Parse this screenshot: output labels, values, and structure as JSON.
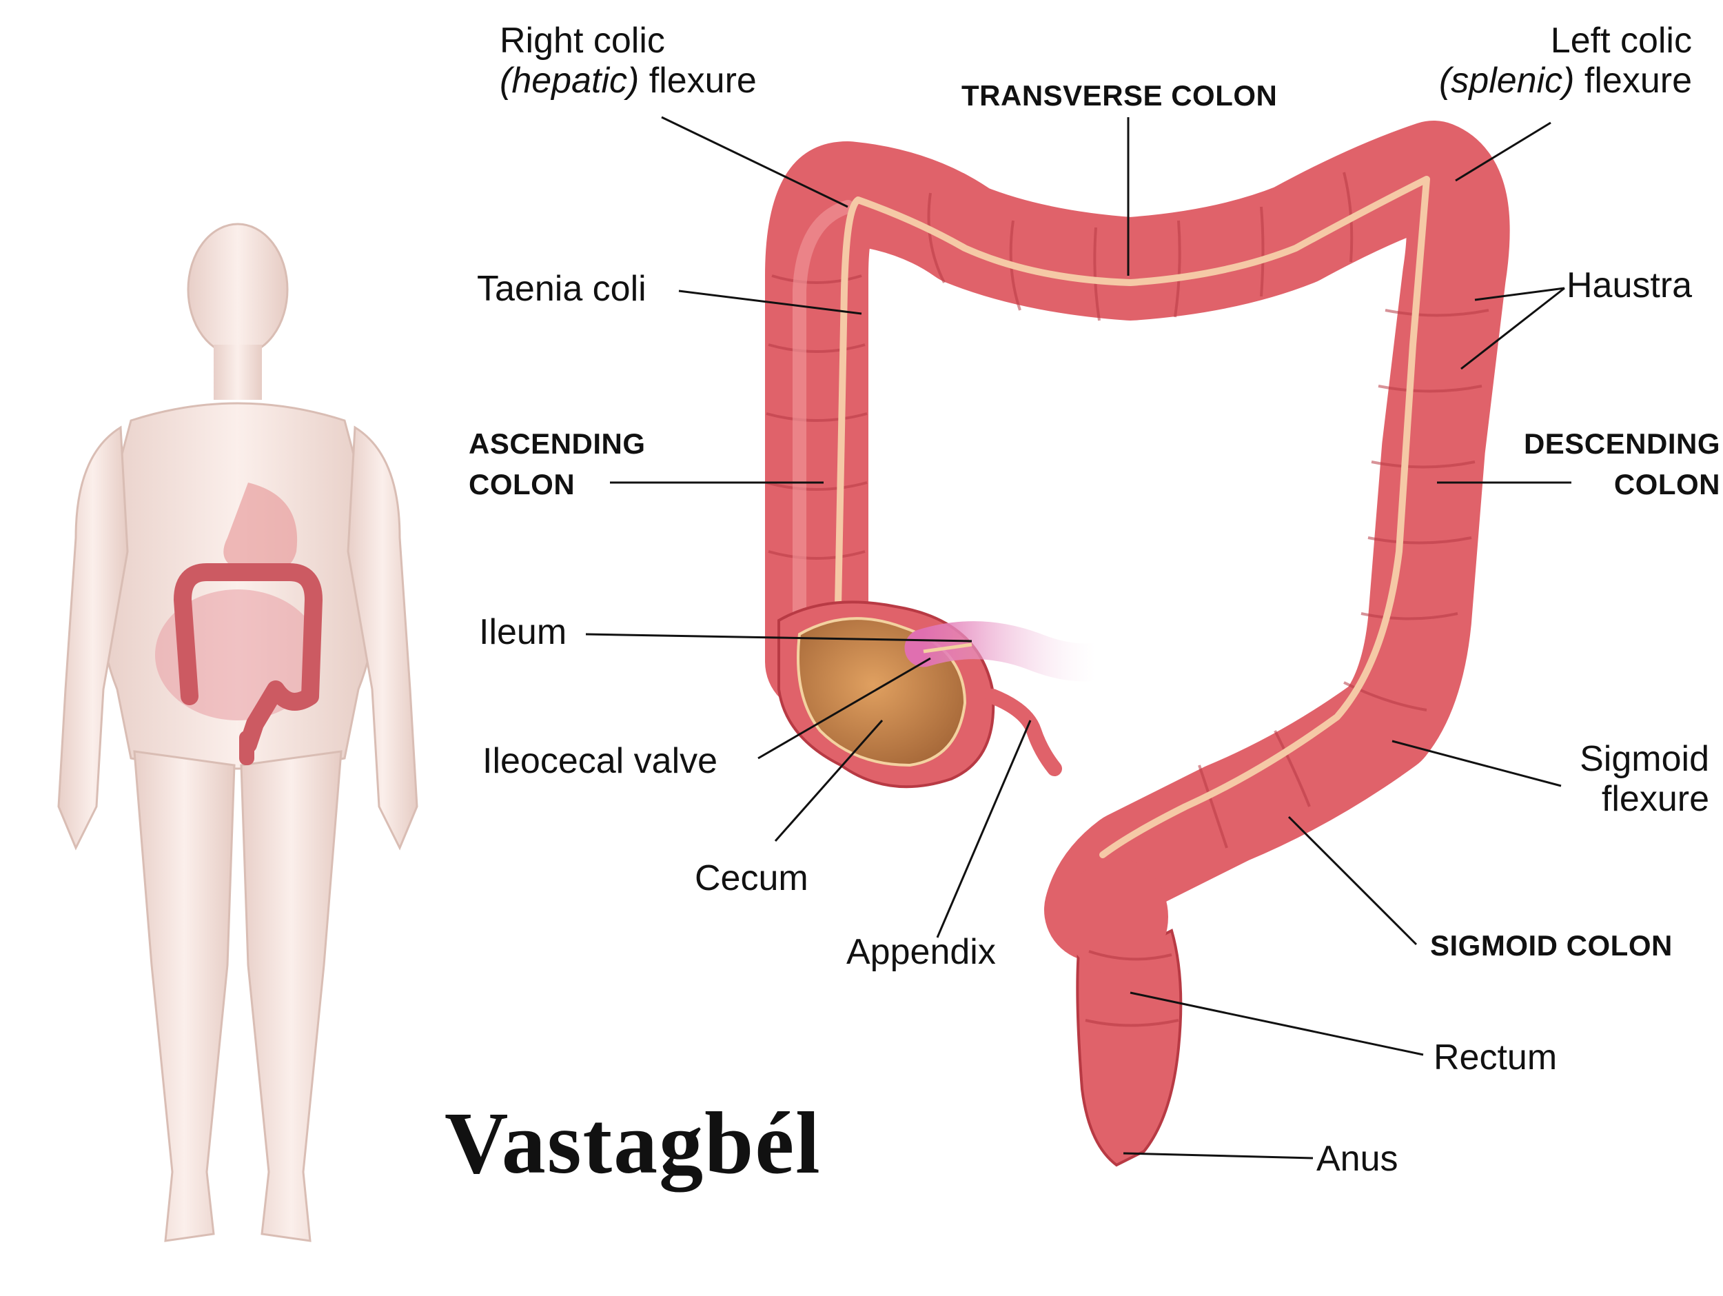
{
  "title": "Vastagbél",
  "labels": {
    "right_colic_1": "Right colic",
    "right_colic_2a": "(hepatic)",
    "right_colic_2b": " flexure",
    "left_colic_1": "Left colic",
    "left_colic_2a": "(splenic)",
    "left_colic_2b": " flexure",
    "transverse_colon": "TRANSVERSE COLON",
    "taenia_coli": "Taenia coli",
    "haustra": "Haustra",
    "ascending_1": "ASCENDING",
    "ascending_2": "COLON",
    "descending_1": "DESCENDING",
    "descending_2": "COLON",
    "ileum": "Ileum",
    "ileocecal_valve": "Ileocecal valve",
    "cecum": "Cecum",
    "appendix": "Appendix",
    "sigmoid_flexure_1": "Sigmoid",
    "sigmoid_flexure_2": "flexure",
    "sigmoid_colon": "SIGMOID COLON",
    "rectum": "Rectum",
    "anus": "Anus"
  },
  "colors": {
    "colon": "#e0626a",
    "colon_dark": "#b83a44",
    "colon_light": "#f29a9c",
    "taenia": "#f5c9a6",
    "cecum_inner": "#c98a4a",
    "ileum": "#e78fc4",
    "body": "#f3dcd6",
    "leader": "#111111"
  }
}
